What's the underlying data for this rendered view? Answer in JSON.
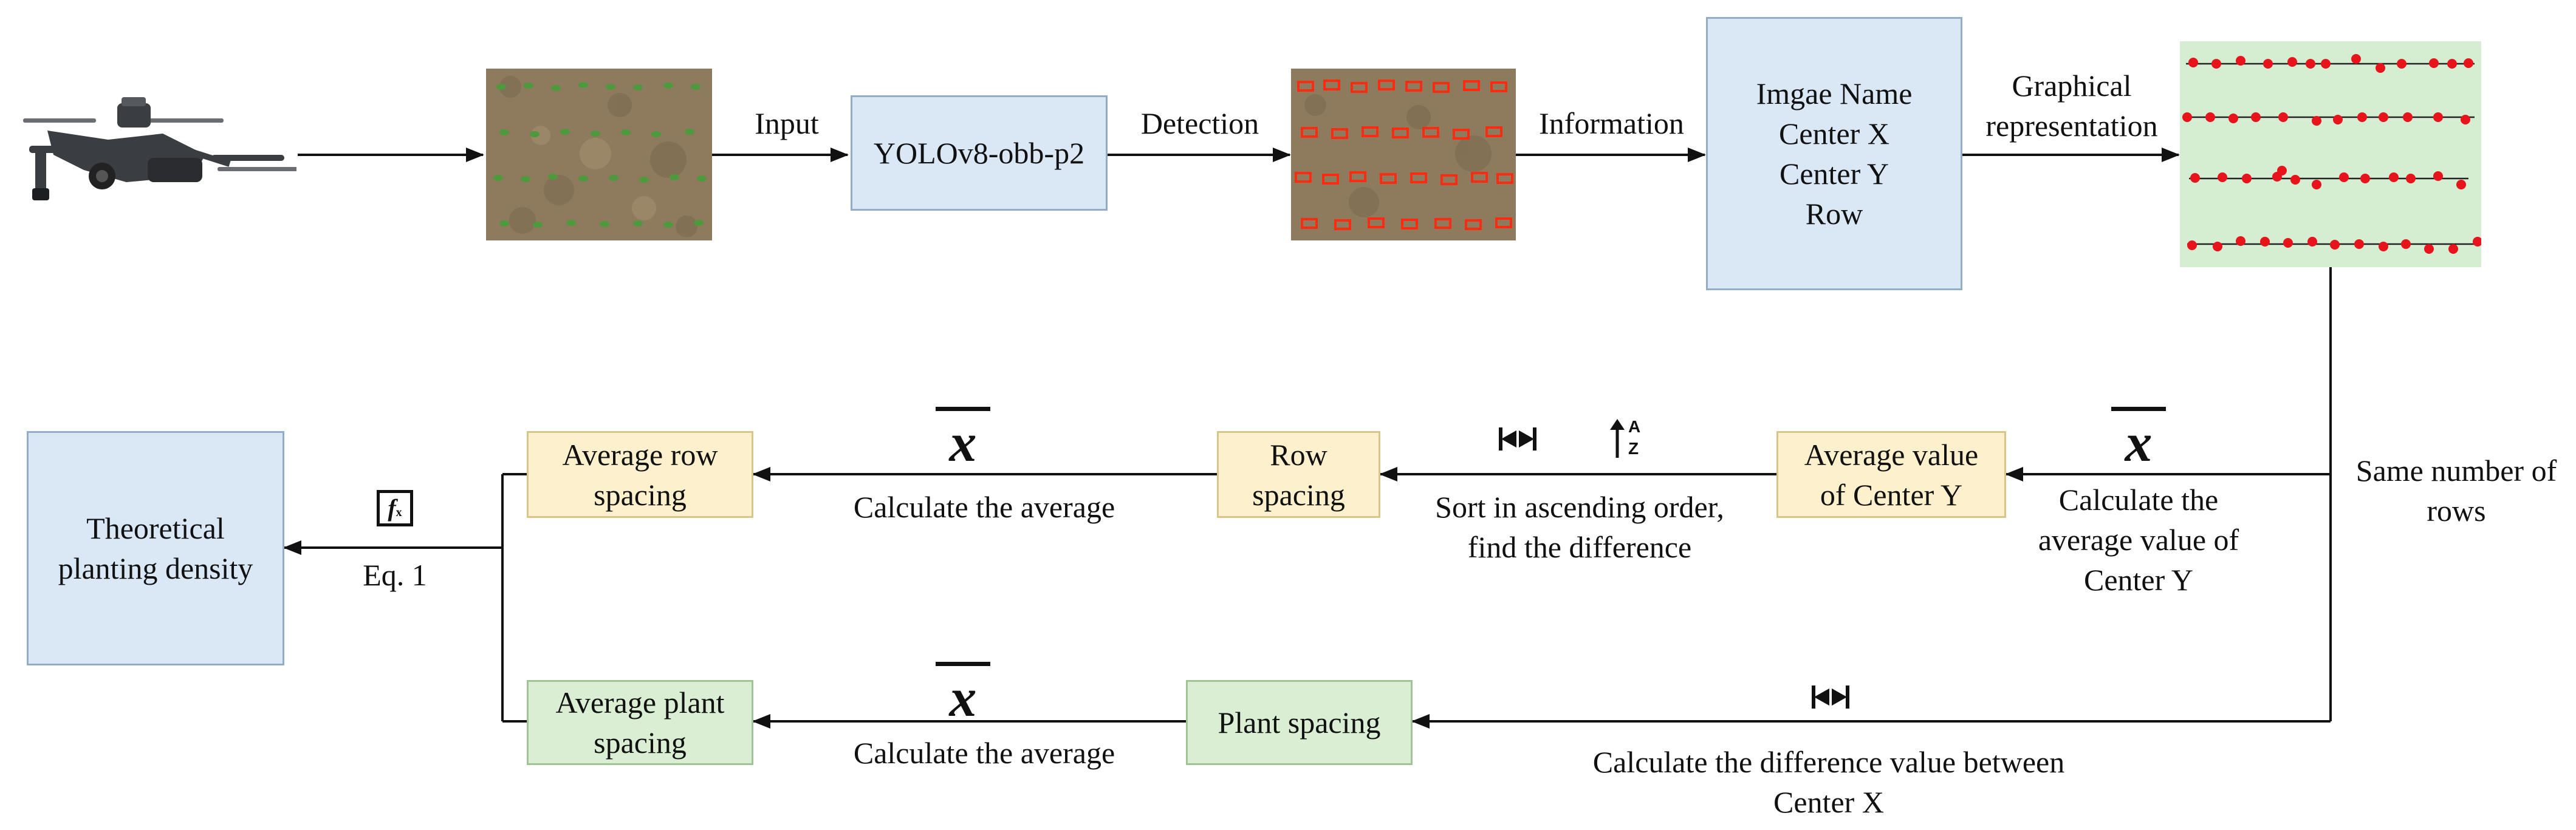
{
  "flow": {
    "input_label": "Input",
    "detection_label": "Detection",
    "information_label": "Information",
    "graphical_label": "Graphical\nrepresentation",
    "same_rows_label": "Same number of\nrows",
    "calc_avg_y_label": "Calculate the\naverage value of\nCenter Y",
    "sort_label": "Sort in ascending order,\nfind the difference",
    "calc_avg_1_label": "Calculate the average",
    "calc_avg_2_label": "Calculate the average",
    "calc_diff_x_label": "Calculate the difference value between\nCenter X",
    "eq_label": "Eq. 1"
  },
  "boxes": {
    "model": "YOLOv8-obb-p2",
    "info": "Imgae Name\nCenter X\nCenter Y\nRow",
    "avg_center_y": "Average value\nof Center Y",
    "row_spacing": "Row\nspacing",
    "avg_row_spacing": "Average row\nspacing",
    "density": "Theoretical\nplanting density",
    "plant_spacing": "Plant spacing",
    "avg_plant_spacing": "Average plant\nspacing"
  },
  "symbols": {
    "mean": "x",
    "fx": "f",
    "sort_letters_top": "A",
    "sort_letters_bottom": "Z"
  },
  "icons": [
    "drone-icon",
    "spacing-icon",
    "sort-ascending-icon",
    "function-icon",
    "mean-icon"
  ],
  "colors": {
    "blue_box": "#dae8f6",
    "yellow_box": "#fdf0cc",
    "green_box": "#d9eed3",
    "plot_points": "#e8141c",
    "plot_bg": "#d5edd0"
  }
}
